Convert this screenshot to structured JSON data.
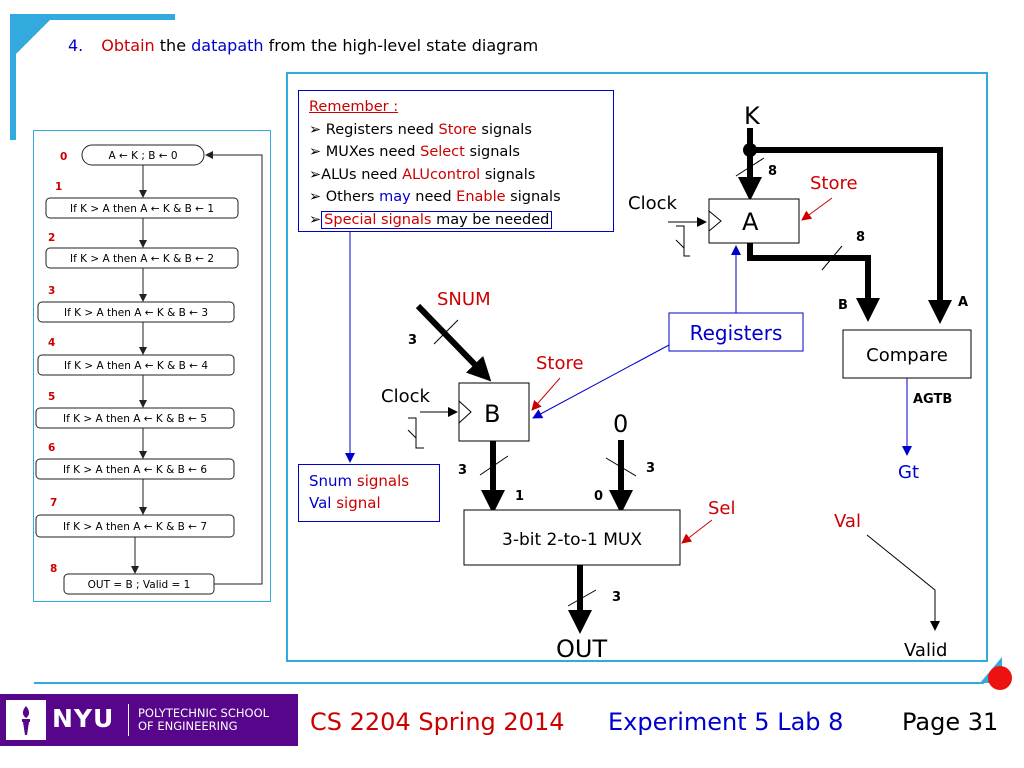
{
  "title": {
    "number": "4.",
    "part1": "Obtain",
    "part2": "the",
    "part3": "datapath",
    "part4": "from the high-level state diagram"
  },
  "state_diagram": {
    "states": [
      {
        "id": "0",
        "text": "A ← K ; B ← 0"
      },
      {
        "id": "1",
        "text": "If K > A then A ← K & B ← 1"
      },
      {
        "id": "2",
        "text": "If K > A then A ← K & B ← 2"
      },
      {
        "id": "3",
        "text": "If K > A then A ← K & B ← 3"
      },
      {
        "id": "4",
        "text": "If K > A then A ← K & B ← 4"
      },
      {
        "id": "5",
        "text": "If K > A then A ← K & B ← 5"
      },
      {
        "id": "6",
        "text": "If K > A then A ← K & B ← 6"
      },
      {
        "id": "7",
        "text": "If K > A then A ← K & B ← 7"
      },
      {
        "id": "8",
        "text": "OUT = B ; Valid = 1"
      }
    ]
  },
  "remember": {
    "heading": "Remember :",
    "items": [
      {
        "pre": "Registers need ",
        "hl": "Store",
        "post": " signals"
      },
      {
        "pre": "MUXes need ",
        "hl": "Select",
        "post": " signals"
      },
      {
        "pre": "ALUs need ",
        "hl": "ALUcontrol",
        "post": " signals"
      },
      {
        "pre": "Others ",
        "hl_blue": "may",
        "pre2": " need ",
        "hl": "Enable",
        "post": " signals"
      },
      {
        "hl": "Special signals",
        "post": " may be needed"
      }
    ]
  },
  "control_box": {
    "line1_a": "Snum",
    "line1_b": " signals",
    "line2_a": "Val",
    "line2_b": " signal"
  },
  "datapath": {
    "k_label": "K",
    "k_width": "8",
    "clock_a": "Clock",
    "reg_a": "A",
    "store_a": "Store",
    "a_out_width": "8",
    "b_label": "B",
    "a_label": "A",
    "compare": "Compare",
    "agtb": "AGTB",
    "gt": "Gt",
    "registers_callout": "Registers",
    "snum": "SNUM",
    "snum_width": "3",
    "store_b": "Store",
    "clock_b": "Clock",
    "reg_b": "B",
    "zero_const": "0",
    "b_out_width": "3",
    "zero_width": "3",
    "mux_in1": "1",
    "mux_in0": "0",
    "sel": "Sel",
    "mux": "3-bit 2-to-1 MUX",
    "out_width": "3",
    "out": "OUT",
    "val": "Val",
    "valid": "Valid"
  },
  "footer": {
    "nyu": "NYU",
    "school_line1": "POLYTECHNIC SCHOOL",
    "school_line2": "OF ENGINEERING",
    "course": "CS 2204 Spring 2014",
    "experiment": "Experiment 5 Lab 8",
    "page": "Page 31"
  },
  "colors": {
    "accent": "#33aadd",
    "red": "#cc0000",
    "blue": "#0000cc",
    "nyu_purple": "#57068c"
  }
}
